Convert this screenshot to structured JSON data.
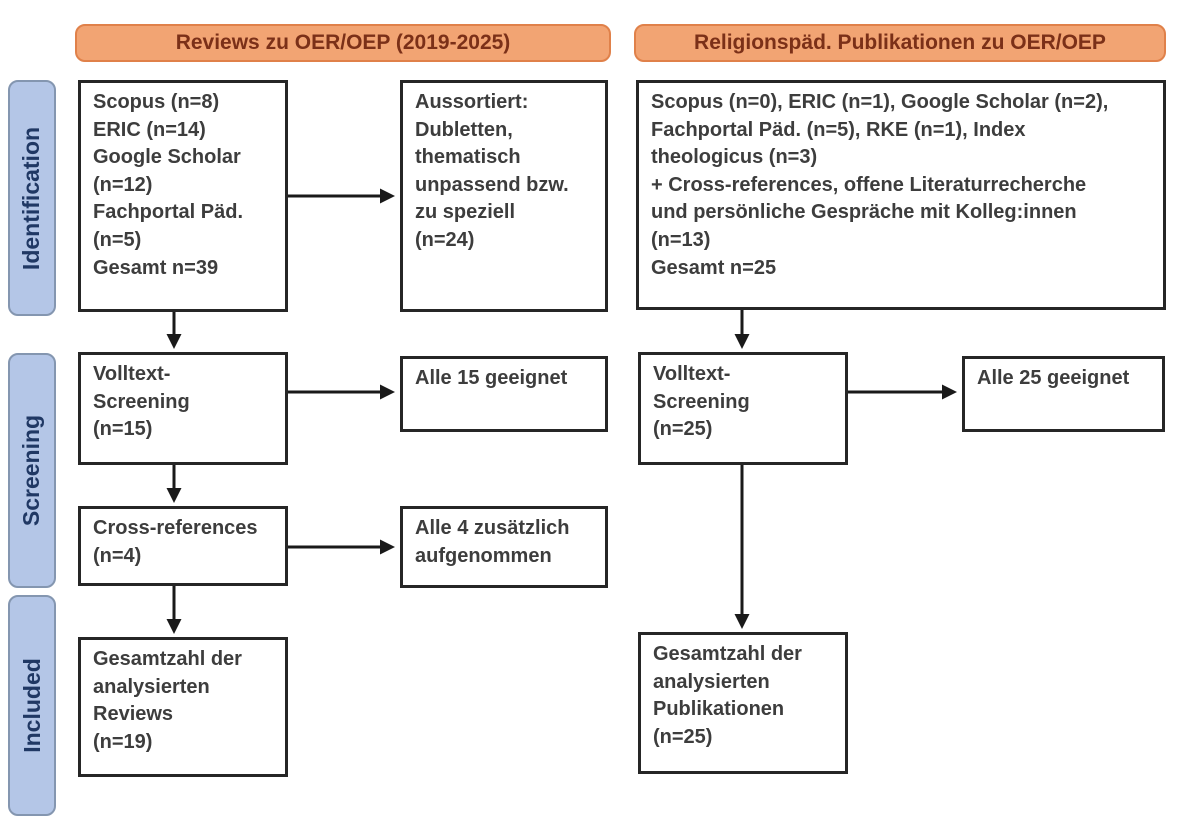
{
  "headers": {
    "left": "Reviews zu OER/OEP (2019-2025)",
    "right": "Religionspäd. Publikationen zu OER/OEP"
  },
  "sidebar": {
    "identification": "Identification",
    "screening": "Screening",
    "included": "Included"
  },
  "left_column": {
    "identification_box": "Scopus (n=8)\nERIC (n=14)\nGoogle Scholar\n(n=12)\nFachportal Päd.\n(n=5)\nGesamt n=39",
    "excluded_box": "Aussortiert:\nDubletten,\nthematisch\nunpassend bzw.\nzu speziell\n(n=24)",
    "screening_box": "Volltext-\nScreening\n(n=15)",
    "screening_result_box": "Alle 15 geeignet",
    "crossref_box": "Cross-references\n(n=4)",
    "crossref_result_box": "Alle 4 zusätzlich\naufgenommen",
    "included_box": "Gesamtzahl der\nanalysierten\nReviews\n(n=19)"
  },
  "right_column": {
    "identification_box": "Scopus (n=0), ERIC (n=1), Google Scholar (n=2),\nFachportal Päd. (n=5), RKE (n=1), Index\ntheologicus (n=3)\n+ Cross-references, offene Literaturrecherche\nund persönliche Gespräche mit Kolleg:innen\n(n=13)\nGesamt n=25",
    "screening_box": "Volltext-\nScreening\n(n=25)",
    "screening_result_box": "Alle 25 geeignet",
    "included_box": "Gesamtzahl der\nanalysierten\nPublikationen\n(n=25)"
  },
  "colors": {
    "header_fill": "#F2A473",
    "header_border": "#E0814A",
    "header_text": "#7B3018",
    "sidebar_fill": "#B4C6E7",
    "sidebar_border": "#8496B0",
    "sidebar_text": "#203864",
    "box_border": "#262626",
    "box_text": "#3D3D3D",
    "arrow": "#1A1A1A"
  }
}
